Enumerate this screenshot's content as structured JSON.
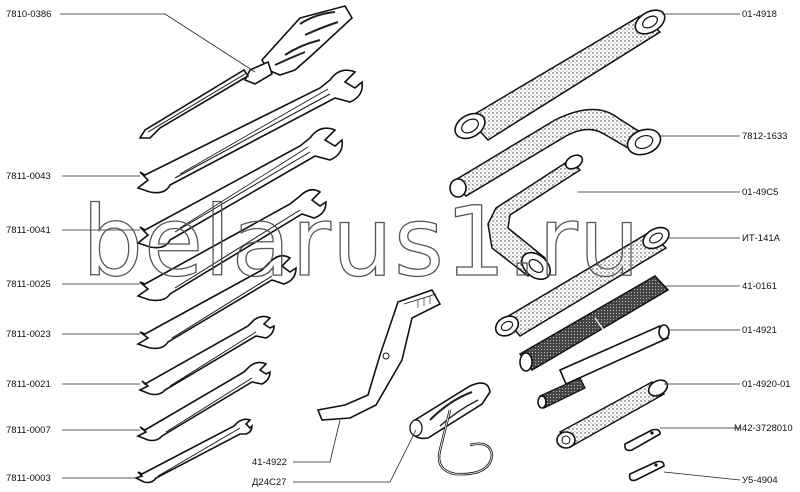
{
  "watermark": "belarus1.ru",
  "labels": {
    "l7810_0386": "7810-0386",
    "l7811_0043": "7811-0043",
    "l7811_0041": "7811-0041",
    "l7811_0025": "7811-0025",
    "l7811_0023": "7811-0023",
    "l7811_0021": "7811-0021",
    "l7811_0007": "7811-0007",
    "l7811_0003": "7811-0003",
    "l41_4922": "41-4922",
    "lD24C27": "Д24С27",
    "l01_4918": "01-4918",
    "l7812_1633": "7812-1633",
    "l01_49C5": "01-49С5",
    "lIT_141A": "ИТ-141А",
    "l41_0161": "41-0161",
    "l01_4921": "01-4921",
    "l01_4920_01": "01-4920-01",
    "lM42": "М42-3728010",
    "lU5_4904": "У5-4904"
  }
}
